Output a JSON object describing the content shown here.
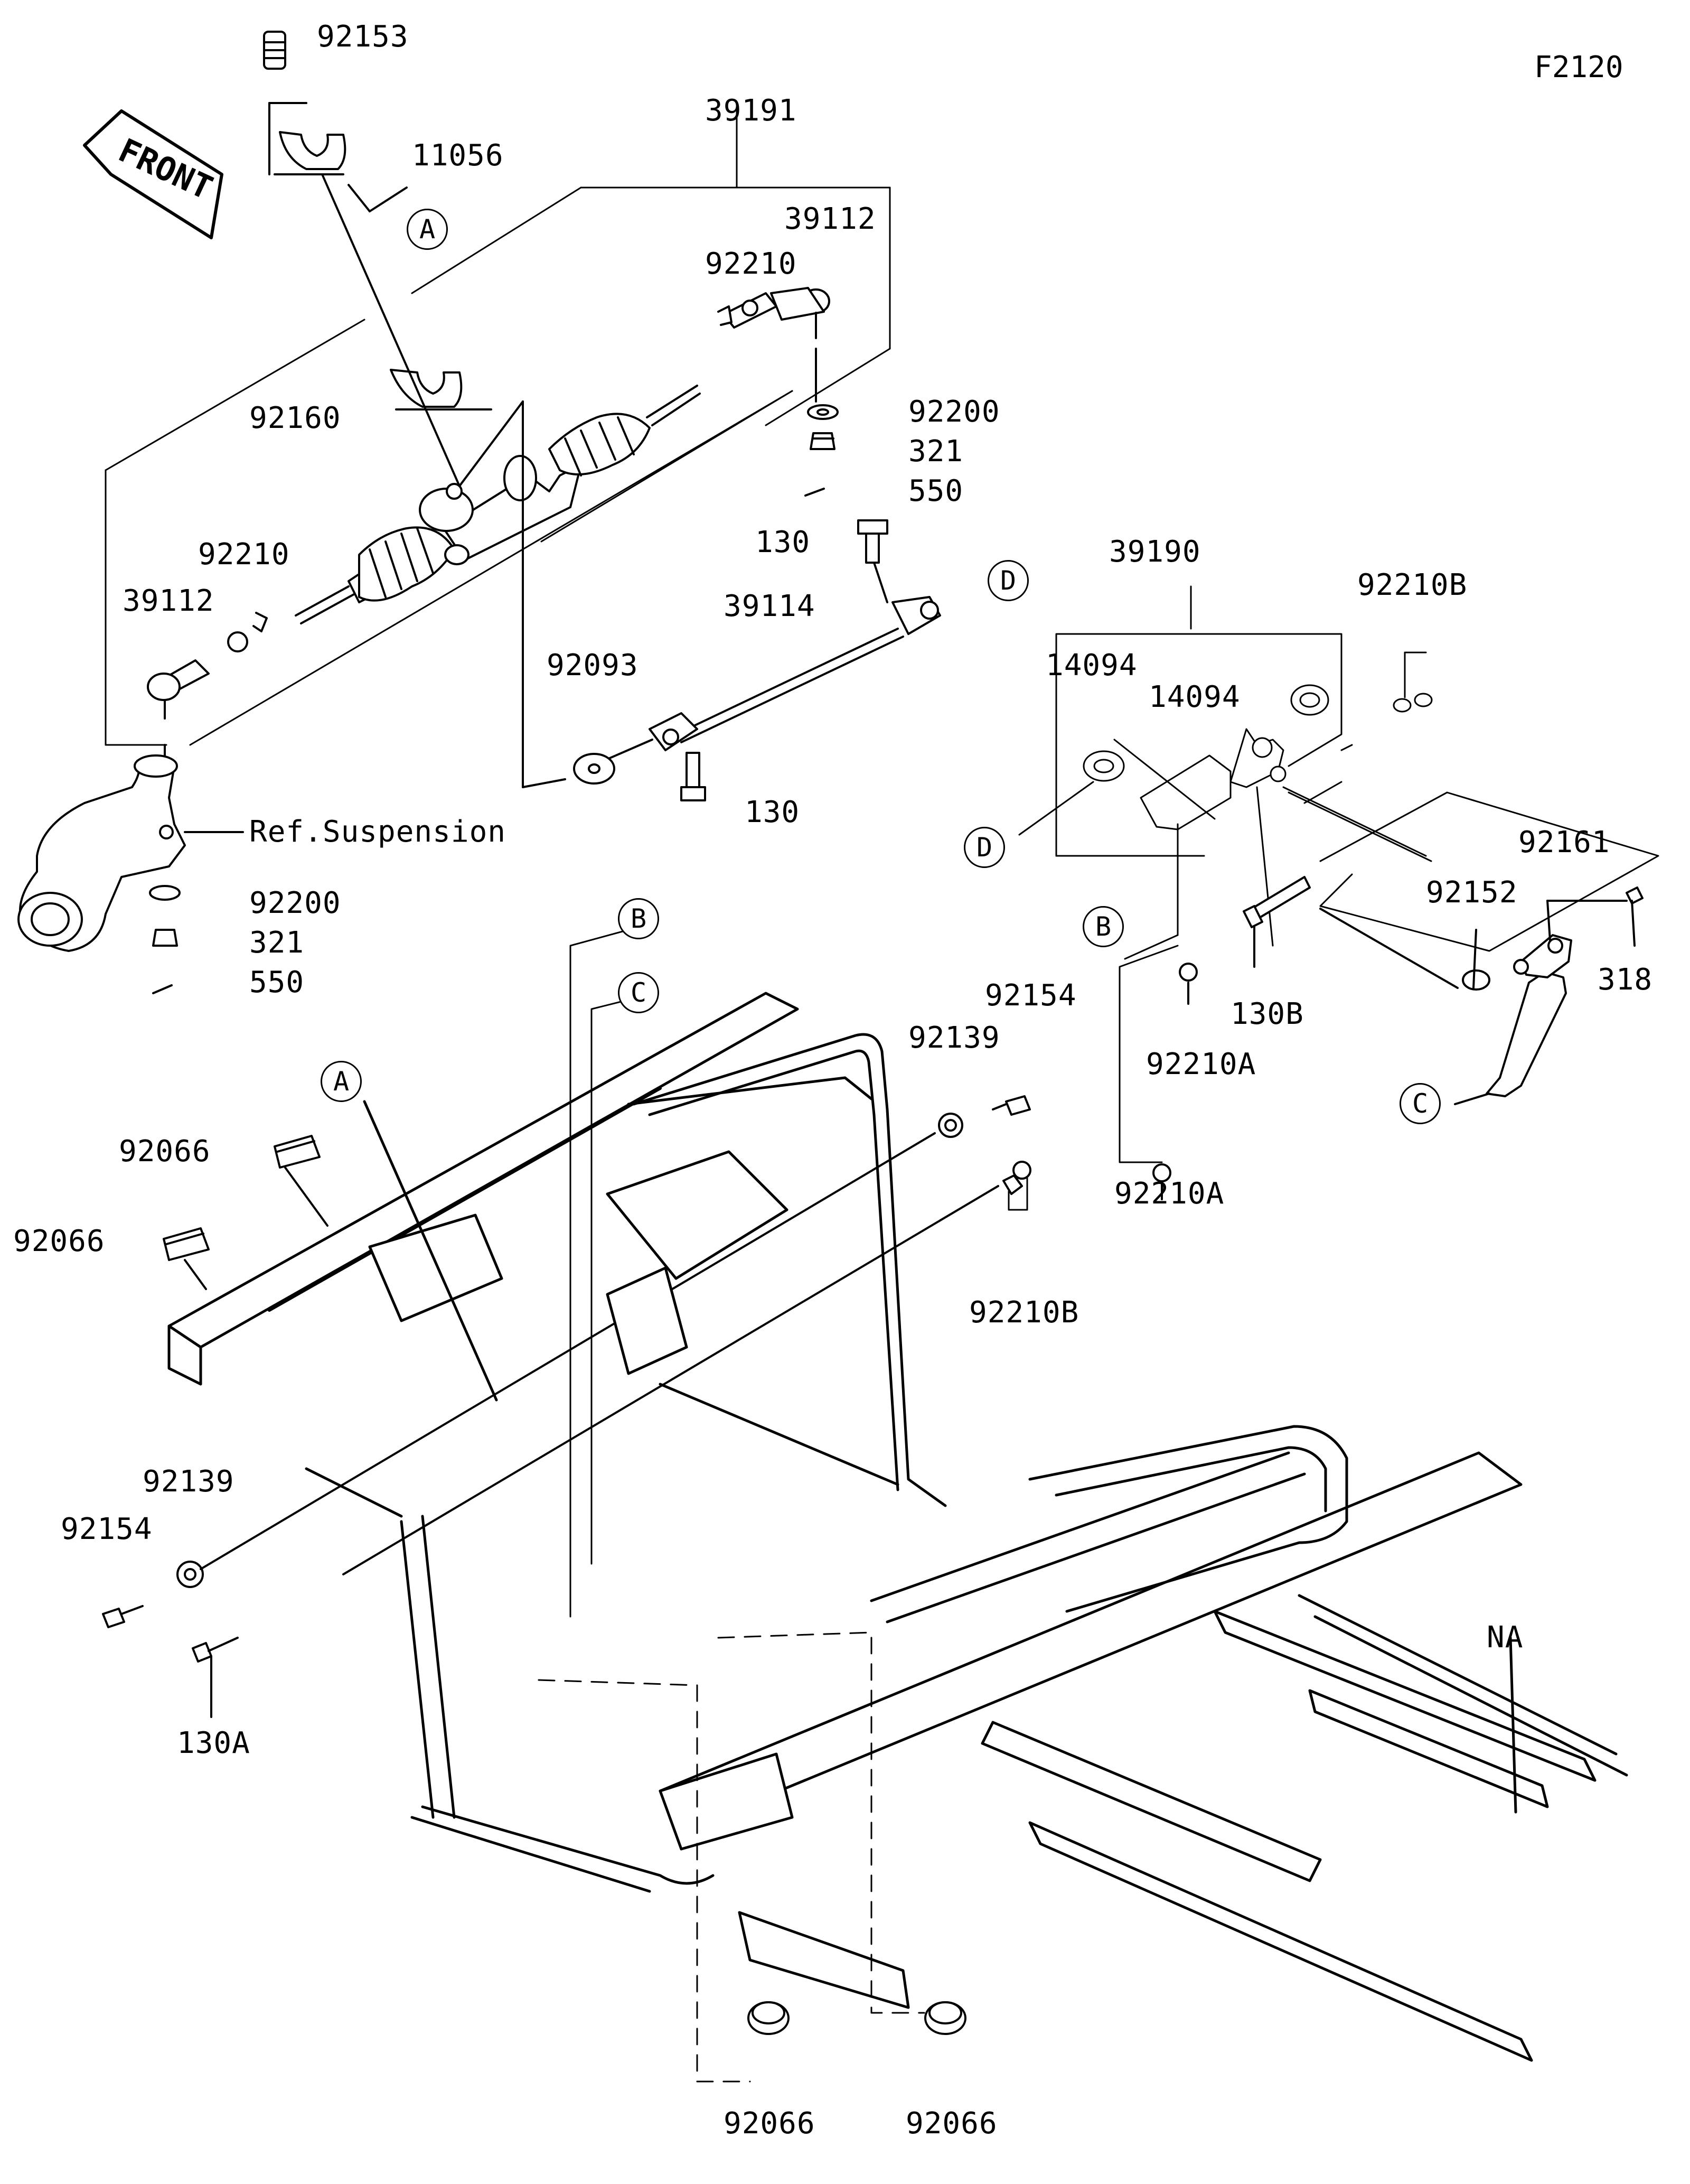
{
  "figure_code": "F2120",
  "front_arrow_label": "FRONT",
  "reference_text": "Ref.Suspension",
  "line_color": "#000000",
  "parts": {
    "p92153": "92153",
    "p11056": "11056",
    "p39191": "39191",
    "p39112_top": "39112",
    "p92210_top": "92210",
    "p92200_top": "92200",
    "p321_top": "321",
    "p550_top": "550",
    "p92160": "92160",
    "p92210_left": "92210",
    "p39112_left": "39112",
    "p92200_bottom": "92200",
    "p321_bottom": "321",
    "p550_bottom": "550",
    "p130_top": "130",
    "p39114": "39114",
    "p92093": "92093",
    "p130_bottom": "130",
    "p39190": "39190",
    "p14094_left": "14094",
    "p14094_right": "14094",
    "p92210B_top": "92210B",
    "p92152": "92152",
    "p92161": "92161",
    "p318": "318",
    "p130B": "130B",
    "p92210A_upper": "92210A",
    "p92210A_lower": "92210A",
    "p92154_right": "92154",
    "p92139_right": "92139",
    "p92210B_mid": "92210B",
    "p92066_upper": "92066",
    "p92066_lower_left": "92066",
    "p92139_left": "92139",
    "p92154_left": "92154",
    "p130A": "130A",
    "pNA": "NA",
    "p92066_bottom_left": "92066",
    "p92066_bottom_right": "92066"
  },
  "references": {
    "A1": "A",
    "A2": "A",
    "B1": "B",
    "B2": "B",
    "C1": "C",
    "C2": "C",
    "D1": "D",
    "D2": "D"
  }
}
